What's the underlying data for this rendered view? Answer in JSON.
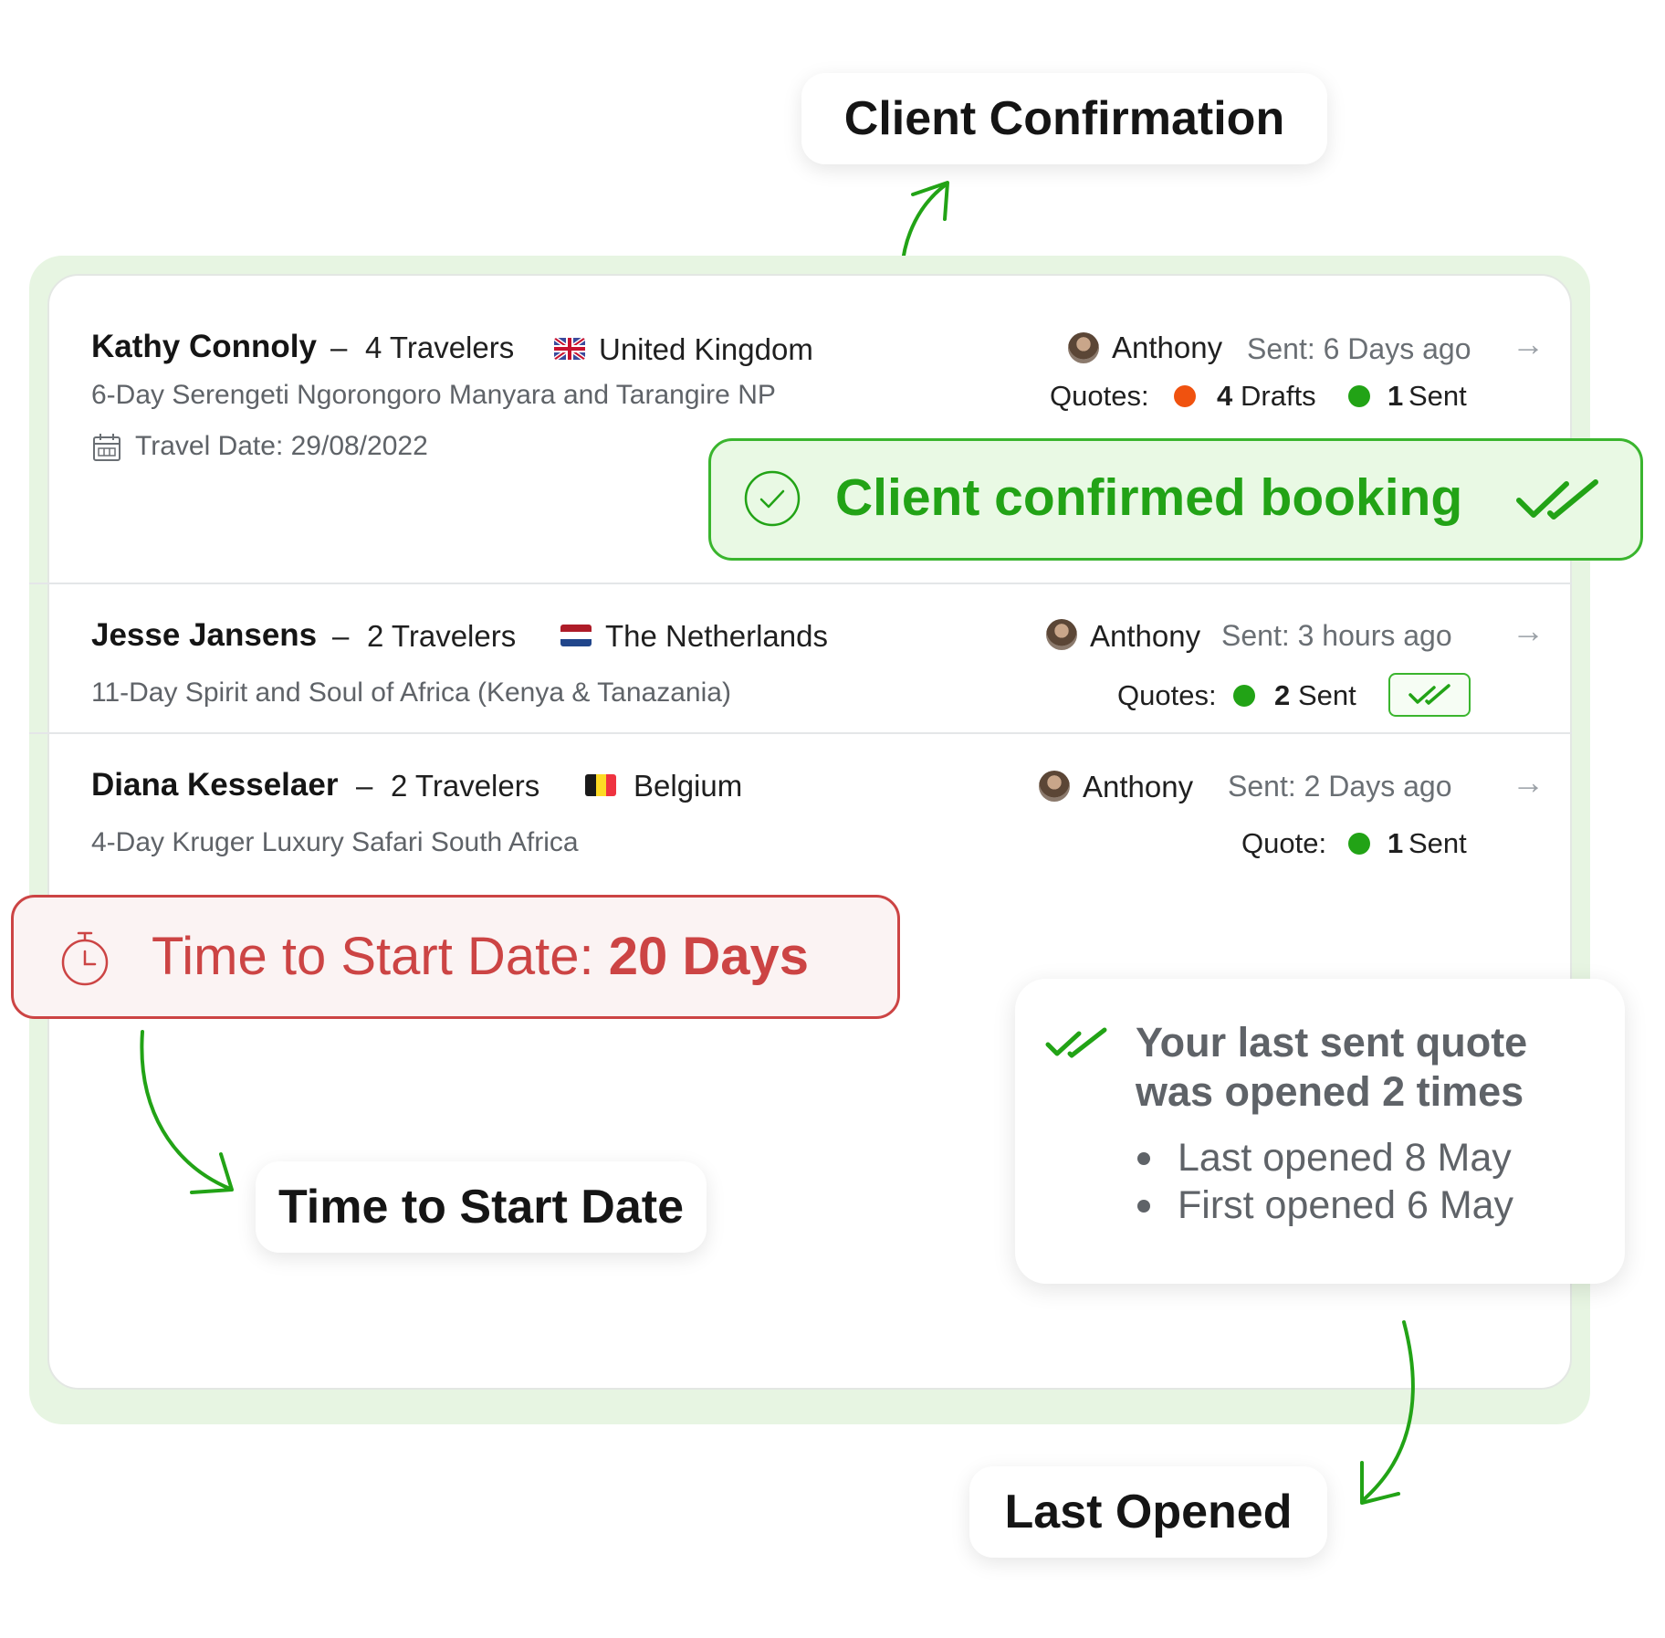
{
  "callouts": {
    "client_confirmation": "Client Confirmation",
    "time_to_start": "Time to Start Date",
    "last_opened": "Last Opened"
  },
  "quotes": [
    {
      "client": "Kathy Connoly",
      "travelers": "4 Travelers",
      "country": "United Kingdom",
      "trip": "6-Day Serengeti Ngorongoro Manyara and Tarangire NP",
      "travel_date": "Travel Date: 29/08/2022",
      "agent": "Anthony",
      "sent": "Sent: 6 Days ago",
      "quotes_label": "Quotes:",
      "drafts_count": "4",
      "drafts_label": "Drafts",
      "sent_count": "1",
      "sent_label": "Sent"
    },
    {
      "client": "Jesse Jansens",
      "travelers": "2 Travelers",
      "country": "The Netherlands",
      "trip": "11-Day Spirit and Soul of Africa (Kenya & Tanazania)",
      "agent": "Anthony",
      "sent": "Sent: 3 hours ago",
      "quotes_label": "Quotes:",
      "sent_count": "2",
      "sent_label": "Sent"
    },
    {
      "client": "Diana Kesselaer",
      "travelers": "2 Travelers",
      "country": "Belgium",
      "trip": "4-Day Kruger Luxury Safari South Africa",
      "agent": "Anthony",
      "sent": "Sent: 2 Days ago",
      "quotes_label": "Quote:",
      "sent_count": "1",
      "sent_label": "Sent"
    }
  ],
  "dash": "–",
  "confirmed_banner": {
    "text": "Client confirmed booking"
  },
  "time_banner": {
    "label": "Time to Start Date:",
    "value": "20 Days"
  },
  "opened_card": {
    "line1": "Your last sent quote",
    "line2": "was opened 2 times",
    "last": "Last opened 8 May",
    "first": "First opened 6 May"
  },
  "colors": {
    "accent_green": "#22a316",
    "draft_orange": "#f0520f",
    "alert_red": "#cc4444",
    "frame_green": "#e7f5e2"
  }
}
